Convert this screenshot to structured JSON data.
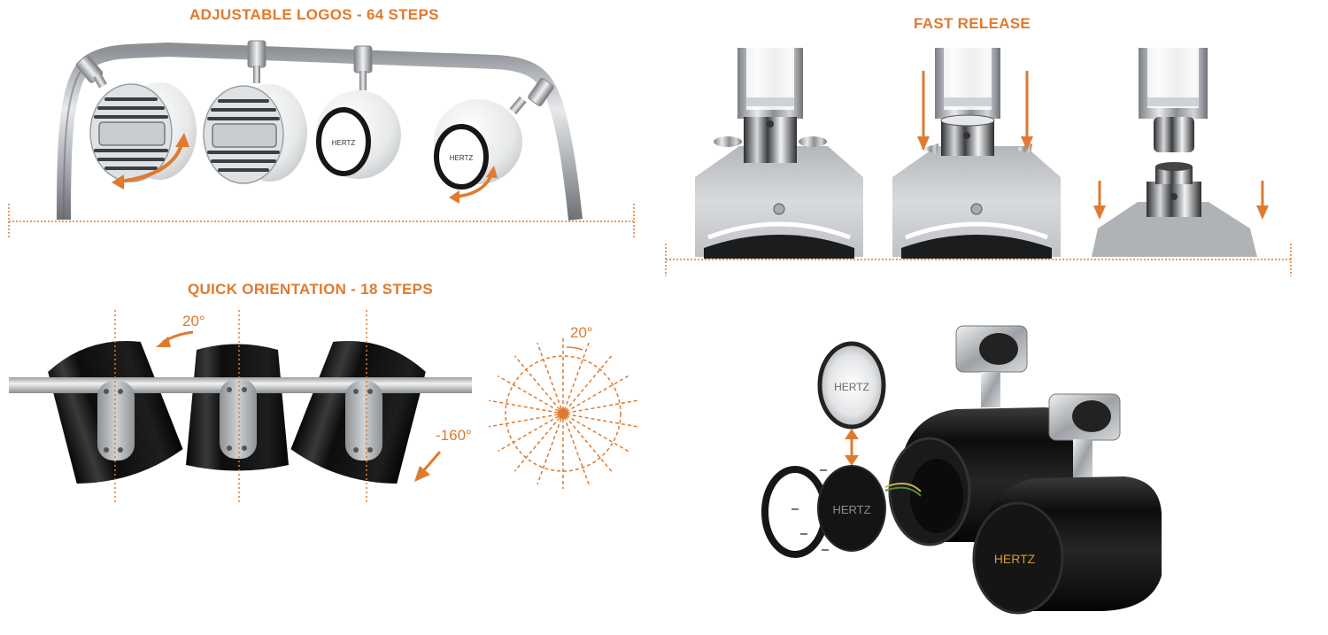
{
  "colors": {
    "accent": "#e07a2e",
    "chrome": "#b9bcc0",
    "speaker_white": "#eceeef",
    "speaker_black": "#141414",
    "background": "#ffffff"
  },
  "sections": {
    "adjustable_logos": {
      "title": "ADJUSTABLE LOGOS - 64 STEPS",
      "speakers": [
        {
          "style": "grille",
          "color": "white"
        },
        {
          "style": "grille",
          "color": "white"
        },
        {
          "style": "logo-cap",
          "color": "white",
          "logo": "HERTZ"
        },
        {
          "style": "logo-cap",
          "color": "white",
          "logo": "HERTZ"
        }
      ],
      "icons": [
        "rotate-arrow-icon",
        "rotate-arrow-icon"
      ]
    },
    "fast_release": {
      "title": "FAST RELEASE",
      "steps": [
        {
          "state": "attached"
        },
        {
          "state": "releasing",
          "arrows": "down"
        },
        {
          "state": "detached",
          "arrows": "down"
        }
      ]
    },
    "quick_orientation": {
      "title": "QUICK ORIENTATION - 18 STEPS",
      "angle_top": "20°",
      "angle_bottom": "-160°",
      "dial_label": "20°",
      "dial_spokes": 18
    },
    "exploded_view": {
      "logo_grille": "HERTZ",
      "logo_tweeter": "HERTZ",
      "logo_front": "HERTZ"
    }
  }
}
